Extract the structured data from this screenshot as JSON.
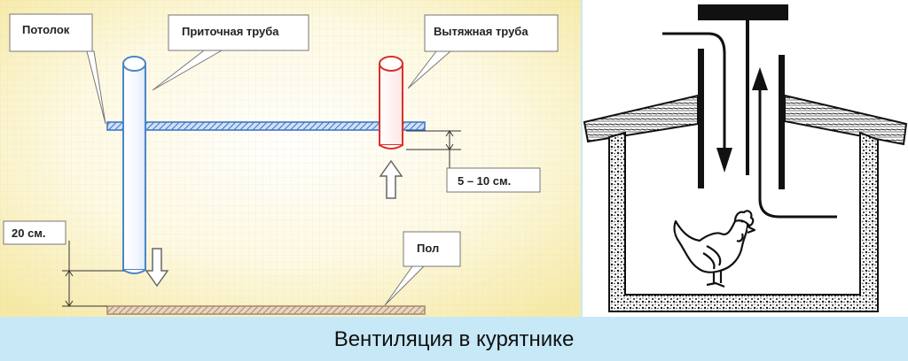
{
  "left_diagram": {
    "labels": {
      "ceiling": "Потолок",
      "supply_pipe": "Приточная труба",
      "exhaust_pipe": "Вытяжная труба",
      "exhaust_gap": "5 – 10 см.",
      "supply_gap": "20 см.",
      "floor": "Пол"
    },
    "colors": {
      "supply_pipe": "#4a86c8",
      "exhaust_pipe": "#d8312a",
      "ceiling": "#3a6fc4",
      "floor": "#a9876a"
    }
  },
  "right_diagram": {
    "icons": [
      "chicken-icon",
      "down-arrow-icon",
      "up-arrow-icon"
    ]
  },
  "caption": "Вентиляция в курятнике"
}
